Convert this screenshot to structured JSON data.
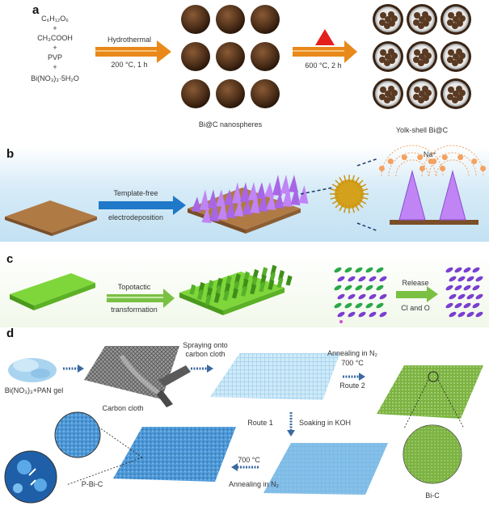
{
  "panels": {
    "a": {
      "letter": "a",
      "reagents": [
        "C₆H₁₂O₆",
        "+",
        "CH₃COOH",
        "+",
        "PVP",
        "+",
        "Bi(NO₃)₃·5H₂O"
      ],
      "step1_top": "Hydrothermal",
      "step1_bottom": "200 °C, 1 h",
      "product1": "Bi@C nanospheres",
      "step2": "600 °C, 2 h",
      "product2": "Yolk-shell Bi@C"
    },
    "b": {
      "letter": "b",
      "step_top": "Template-free",
      "step_bottom": "electrodeposition",
      "ion": "Na⁺"
    },
    "c": {
      "letter": "c",
      "step_top": "Topotactic",
      "step_bottom": "transformation",
      "release_top": "Release",
      "release_bottom": "Cl and O"
    },
    "d": {
      "letter": "d",
      "gel": "Bi(NO₃)₃+PAN gel",
      "cloth": "Carbon cloth",
      "spray_1": "Spraying onto",
      "spray_2": "carbon cloth",
      "anneal_1": "Annealing in N₂",
      "anneal_2": "700 °C",
      "route2": "Route 2",
      "route1": "Route 1",
      "soak": "Soaking in KOH",
      "anneal_b1": "700 °C",
      "anneal_b2": "Annealing in N₂",
      "pbic": "P-Bi-C",
      "bic": "Bi-C"
    }
  },
  "colors": {
    "orange_arrow": "#e8891a",
    "blue_arrow": "#1f78c8",
    "green_arrow": "#7ac043",
    "sphere": "#5a3a22",
    "substrate": "#b07a45",
    "green_film": "#7fd63a",
    "spike": "#c084f5",
    "cloth_blue": "#4f9ad8"
  }
}
